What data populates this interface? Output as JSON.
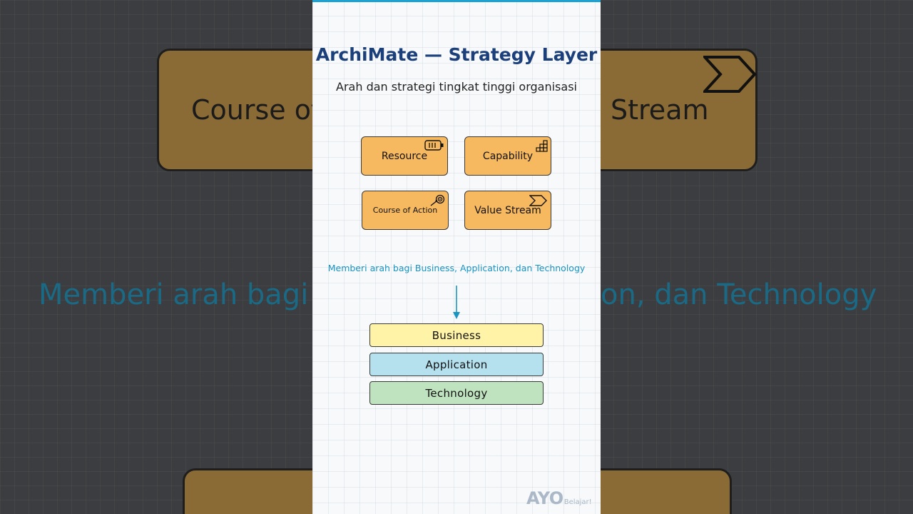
{
  "background": {
    "left_text": "Course of",
    "right_text": "Stream",
    "line_left": "Memberi arah bagi",
    "line_right": "on, dan Technology"
  },
  "panel": {
    "title": "ArchiMate — Strategy Layer",
    "subtitle": "Arah dan strategi tingkat tinggi organisasi",
    "elements": [
      {
        "label": "Resource",
        "icon": "resource-icon"
      },
      {
        "label": "Capability",
        "icon": "capability-icon"
      },
      {
        "label": "Course of Action",
        "icon": "course-of-action-icon"
      },
      {
        "label": "Value Stream",
        "icon": "value-stream-icon"
      }
    ],
    "description": "Memberi arah bagi Business, Application, dan Technology",
    "layers": [
      {
        "label": "Business",
        "color": "#fff3a8"
      },
      {
        "label": "Application",
        "color": "#b5e0ee"
      },
      {
        "label": "Technology",
        "color": "#bfe3bf"
      }
    ],
    "element_color": "#f7b960",
    "accent": "#1ba3d6",
    "logo": {
      "main": "AYO",
      "sub": "Belajar!"
    }
  }
}
